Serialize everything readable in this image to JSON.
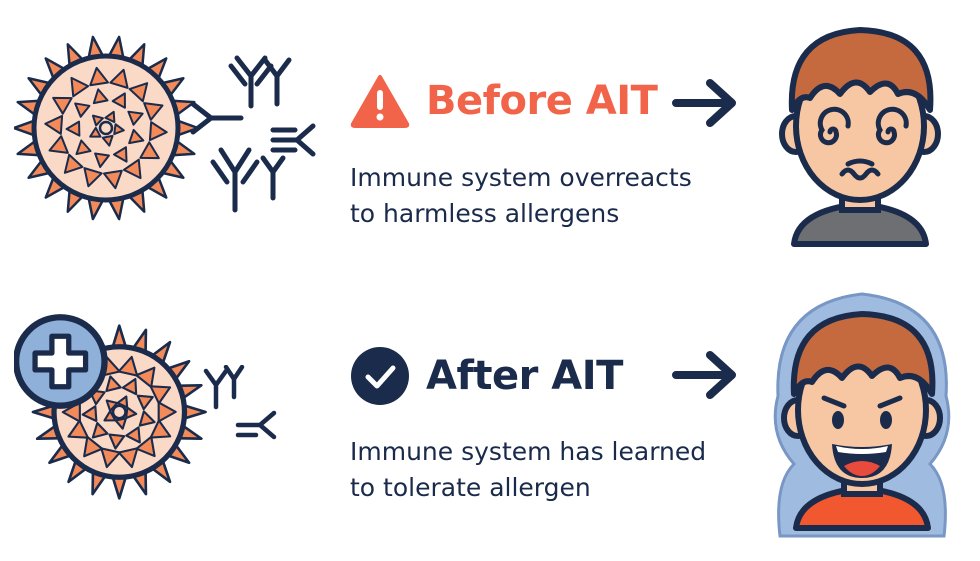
{
  "colors": {
    "navy": "#1b2b4b",
    "alert_red": "#f26449",
    "pollen_fill": "#fbd9c7",
    "pollen_spike": "#f28a5a",
    "shield_blue": "#6f93c4",
    "hair": "#c56a3e",
    "skin": "#f7c6a2"
  },
  "before": {
    "title": "Before AIT",
    "status_icon": "warning-triangle-icon",
    "description_lines": [
      "Immune system overreacts",
      "to harmless allergens"
    ],
    "face_icon": "dizzy-face-icon"
  },
  "after": {
    "title": "After AIT",
    "status_icon": "check-circle-icon",
    "description_lines": [
      "Immune system has learned",
      "to tolerate allergen"
    ],
    "face_icon": "happy-face-icon"
  }
}
